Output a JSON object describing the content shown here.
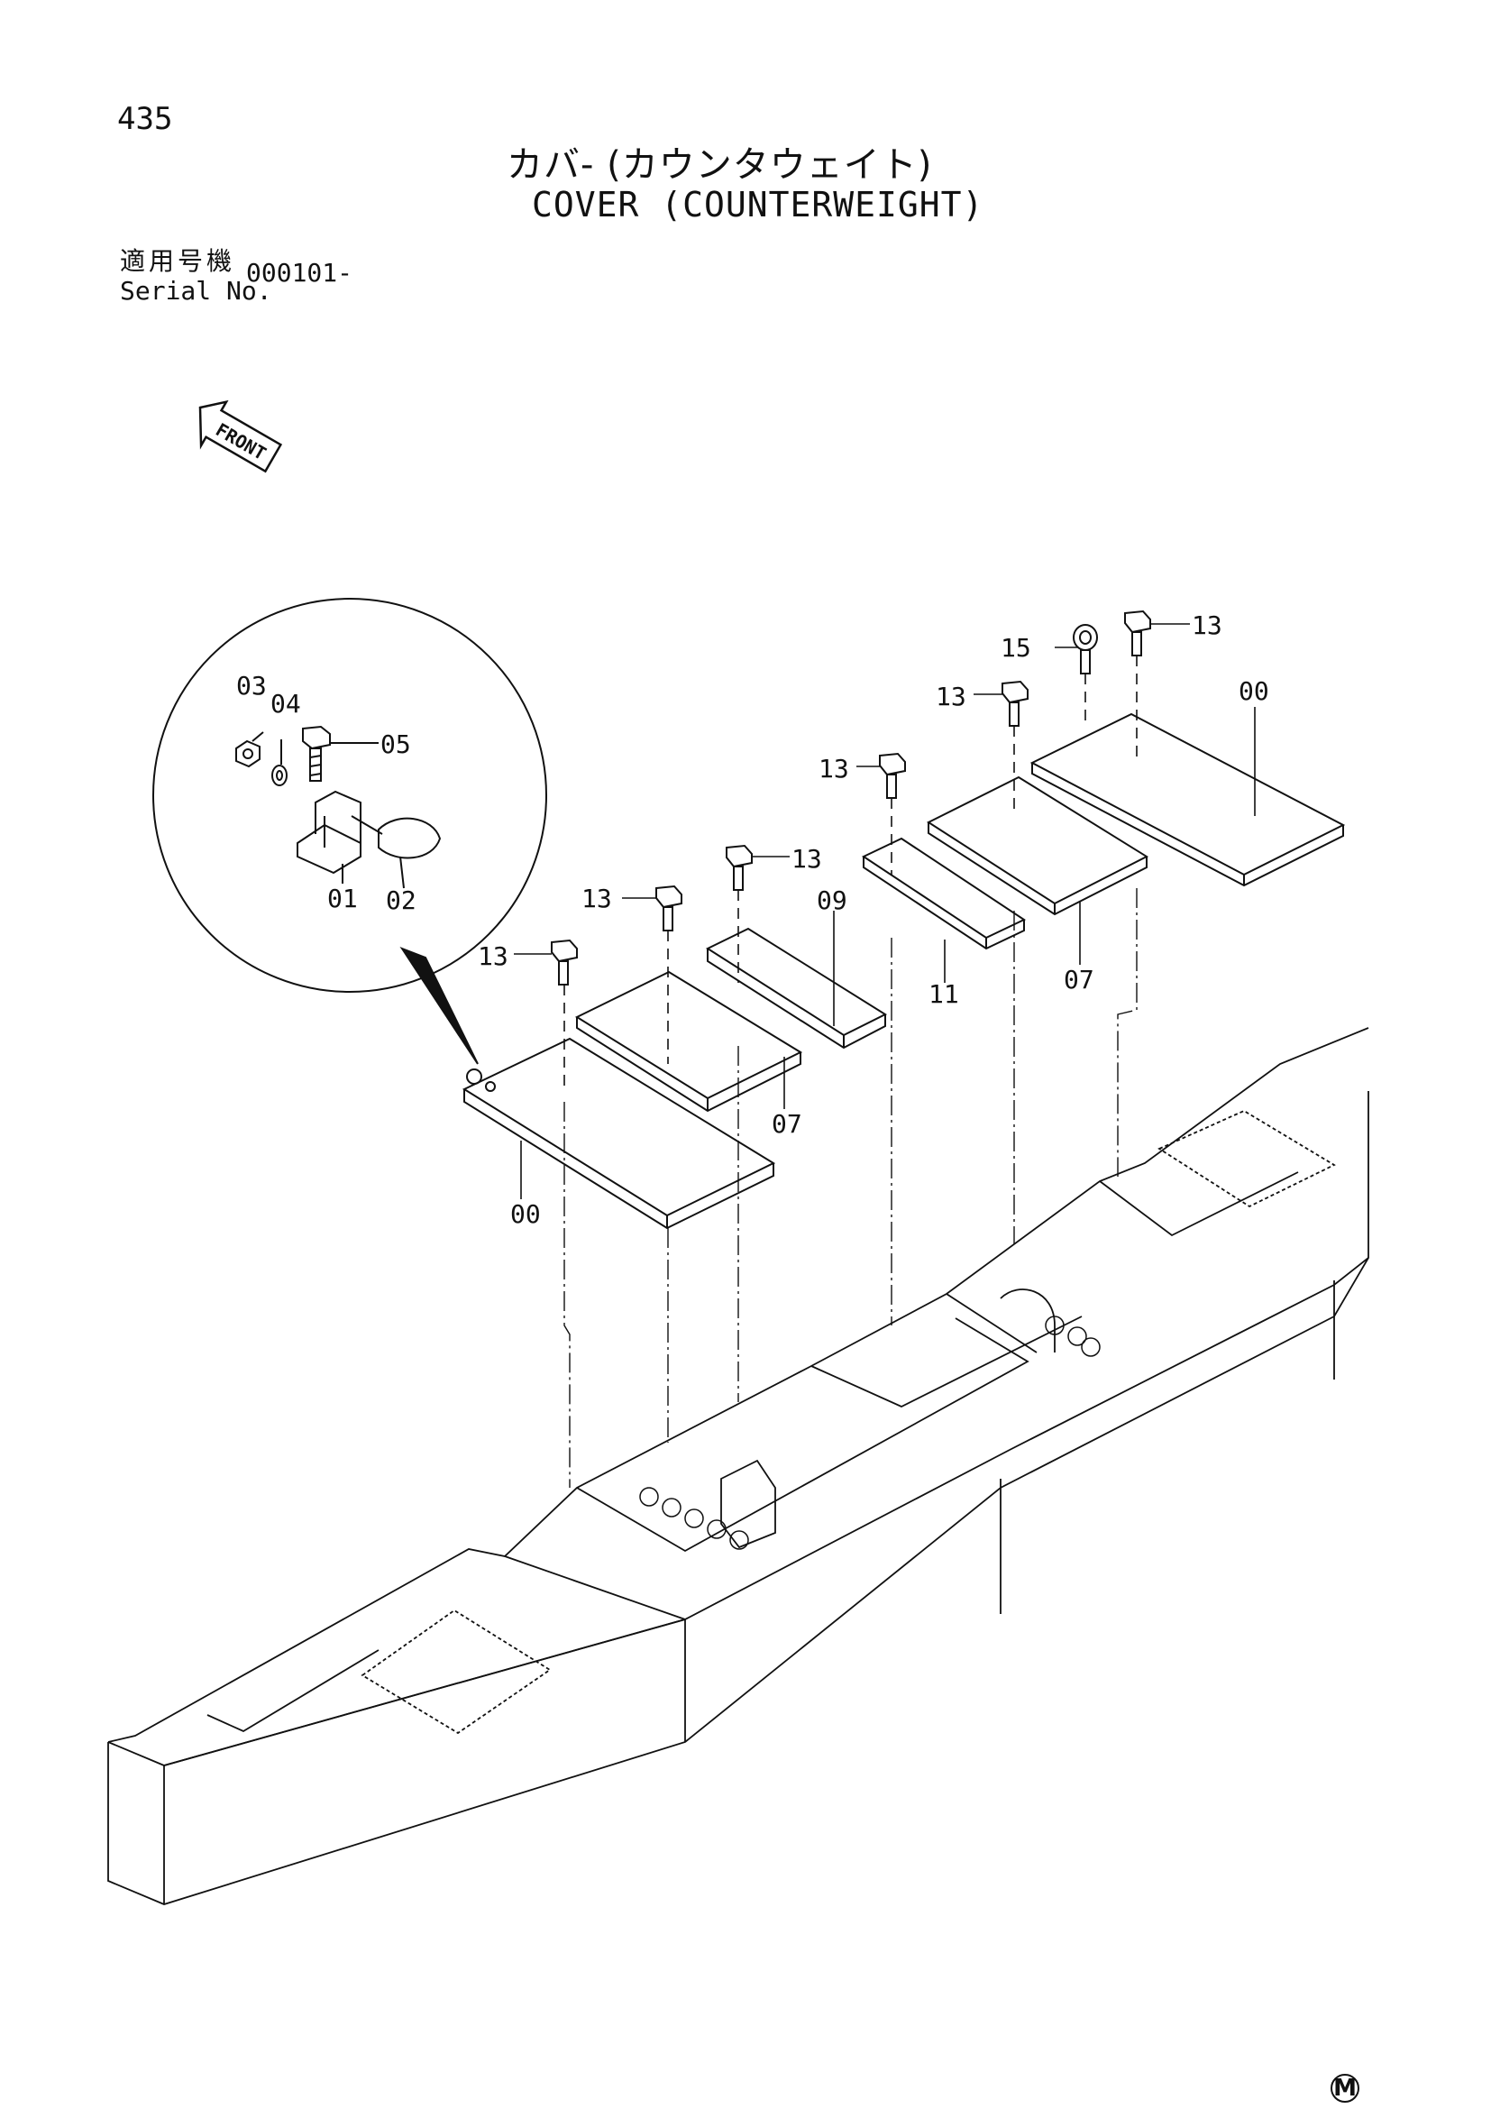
{
  "header": {
    "page_number": "435",
    "title_jp": "カバ- (カウンタウェイト)",
    "title_en": "COVER (COUNTERWEIGHT)",
    "serial_label_jp": "適用号機",
    "serial_label_en": "Serial No.",
    "serial_value": "000101-"
  },
  "front_arrow_label": "FRONT",
  "callouts": {
    "detail_03": "03",
    "detail_04": "04",
    "detail_05": "05",
    "detail_01": "01",
    "detail_02": "02",
    "c_15": "15",
    "c_13_top": "13",
    "c_13_b": "13",
    "c_00_right": "00",
    "c_13_c": "13",
    "c_13_d": "13",
    "c_13_e": "13",
    "c_13_f": "13",
    "c_09": "09",
    "c_11": "11",
    "c_07_right": "07",
    "c_07_left": "07",
    "c_00_left": "00"
  },
  "footer_mark": "M"
}
